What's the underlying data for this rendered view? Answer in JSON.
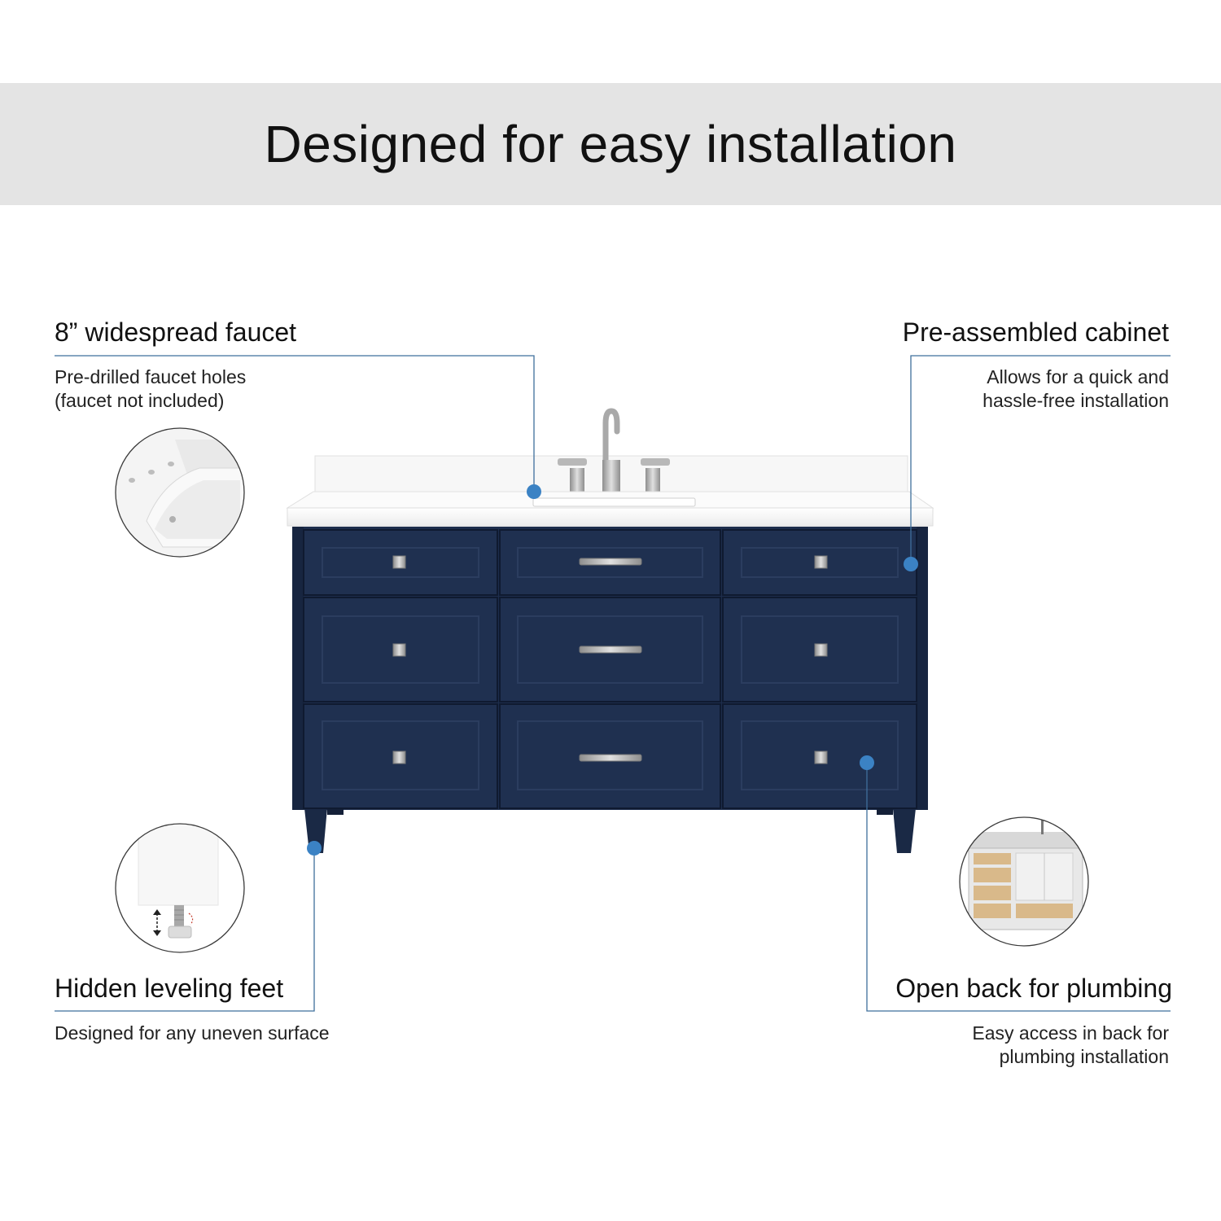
{
  "header": {
    "title": "Designed for easy installation"
  },
  "features": {
    "faucet": {
      "title": "8” widespread faucet",
      "desc_line1": "Pre-drilled faucet holes",
      "desc_line2": "(faucet not included)"
    },
    "cabinet": {
      "title": "Pre-assembled cabinet",
      "desc_line1": "Allows for  a quick and",
      "desc_line2": "hassle-free installation"
    },
    "feet": {
      "title": "Hidden leveling feet",
      "desc_line1": "Designed for any uneven surface"
    },
    "plumbing": {
      "title": "Open back for plumbing",
      "desc_line1": "Easy access in back for",
      "desc_line2": "plumbing installation"
    }
  },
  "colors": {
    "header_band": "#e4e4e4",
    "cabinet_navy": "#1d2d4c",
    "callout_line": "#3f6f9c",
    "callout_dot": "#3b82c4",
    "countertop": "#f6f6f6",
    "hardware": "#b9b9b9",
    "wood": "#d9b98a"
  },
  "icons": {
    "faucet_detail": "sink-closeup-icon",
    "feet_detail": "leveling-foot-icon",
    "plumbing_detail": "open-back-cabinet-icon"
  }
}
